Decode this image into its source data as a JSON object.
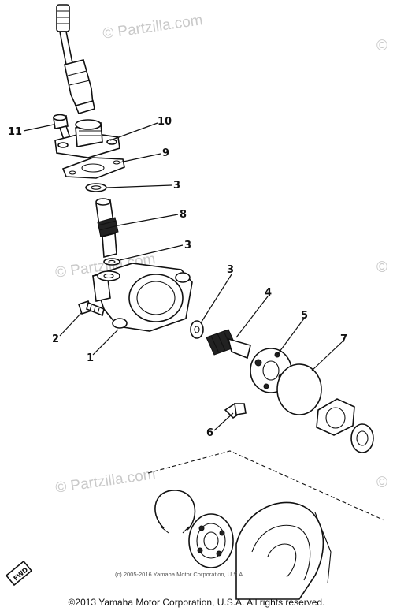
{
  "watermarks": {
    "top": "© Partzilla.com",
    "middle": "© Partzilla.com",
    "bottom": "© Partzilla.com"
  },
  "callouts": {
    "c11": "11",
    "c10": "10",
    "c9": "9",
    "c3a": "3",
    "c8": "8",
    "c3b": "3",
    "c3c": "3",
    "c4": "4",
    "c5": "5",
    "c7": "7",
    "c2": "2",
    "c1": "1",
    "c6": "6"
  },
  "direction_marker": "FWD",
  "small_copyright": "(c) 2005-2016 Yamaha Motor Corporation, U.S.A.",
  "copyright": "©2013 Yamaha Motor Corporation, U.S.A. All rights reserved."
}
